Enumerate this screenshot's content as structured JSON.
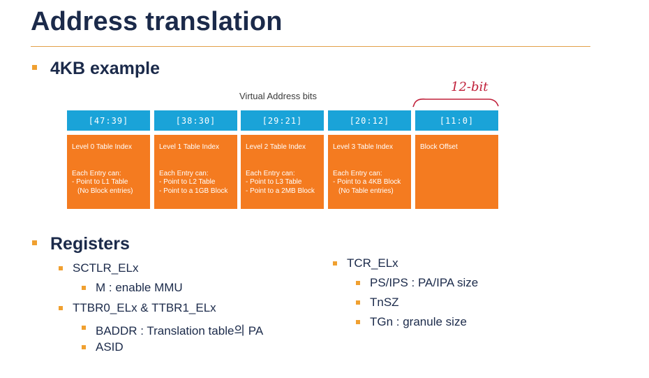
{
  "slide": {
    "title": "Address translation",
    "section1": "4KB example",
    "section2": "Registers"
  },
  "diagram": {
    "caption": "Virtual Address bits",
    "columns": [
      {
        "bits": "[47:39]",
        "index": "Level 0 Table Index",
        "lines": [
          "Each Entry can:",
          "- Point to L1 Table",
          "(No Block entries)"
        ]
      },
      {
        "bits": "[38:30]",
        "index": "Level 1 Table Index",
        "lines": [
          "Each Entry can:",
          "- Point to L2 Table",
          "- Point to a 1GB Block"
        ]
      },
      {
        "bits": "[29:21]",
        "index": "Level 2 Table Index",
        "lines": [
          "Each Entry can:",
          "- Point to L3 Table",
          "- Point to a 2MB Block"
        ]
      },
      {
        "bits": "[20:12]",
        "index": "Level 3 Table Index",
        "lines": [
          "Each Entry can:",
          "- Point to a 4KB Block",
          "(No Table entries)"
        ]
      },
      {
        "bits": "[11:0]",
        "index": "Block Offset",
        "lines": []
      }
    ],
    "annotation": "12-bit"
  },
  "registers": {
    "left": [
      {
        "name": "SCTLR_ELx",
        "subs": [
          "M : enable MMU"
        ]
      },
      {
        "name": "TTBR0_ELx & TTBR1_ELx",
        "subs": [
          "BADDR : Translation table의 PA",
          "ASID"
        ]
      }
    ],
    "right": [
      {
        "name": "TCR_ELx",
        "subs": [
          "PS/IPS : PA/IPA size",
          "TnSZ",
          "TGn : granule size"
        ]
      }
    ]
  },
  "colors": {
    "title": "#1b2a4a",
    "header_blue": "#1aa3d8",
    "box_orange": "#f47b20",
    "bullet": "#f0a030",
    "annotation_ink": "#c0203a"
  }
}
